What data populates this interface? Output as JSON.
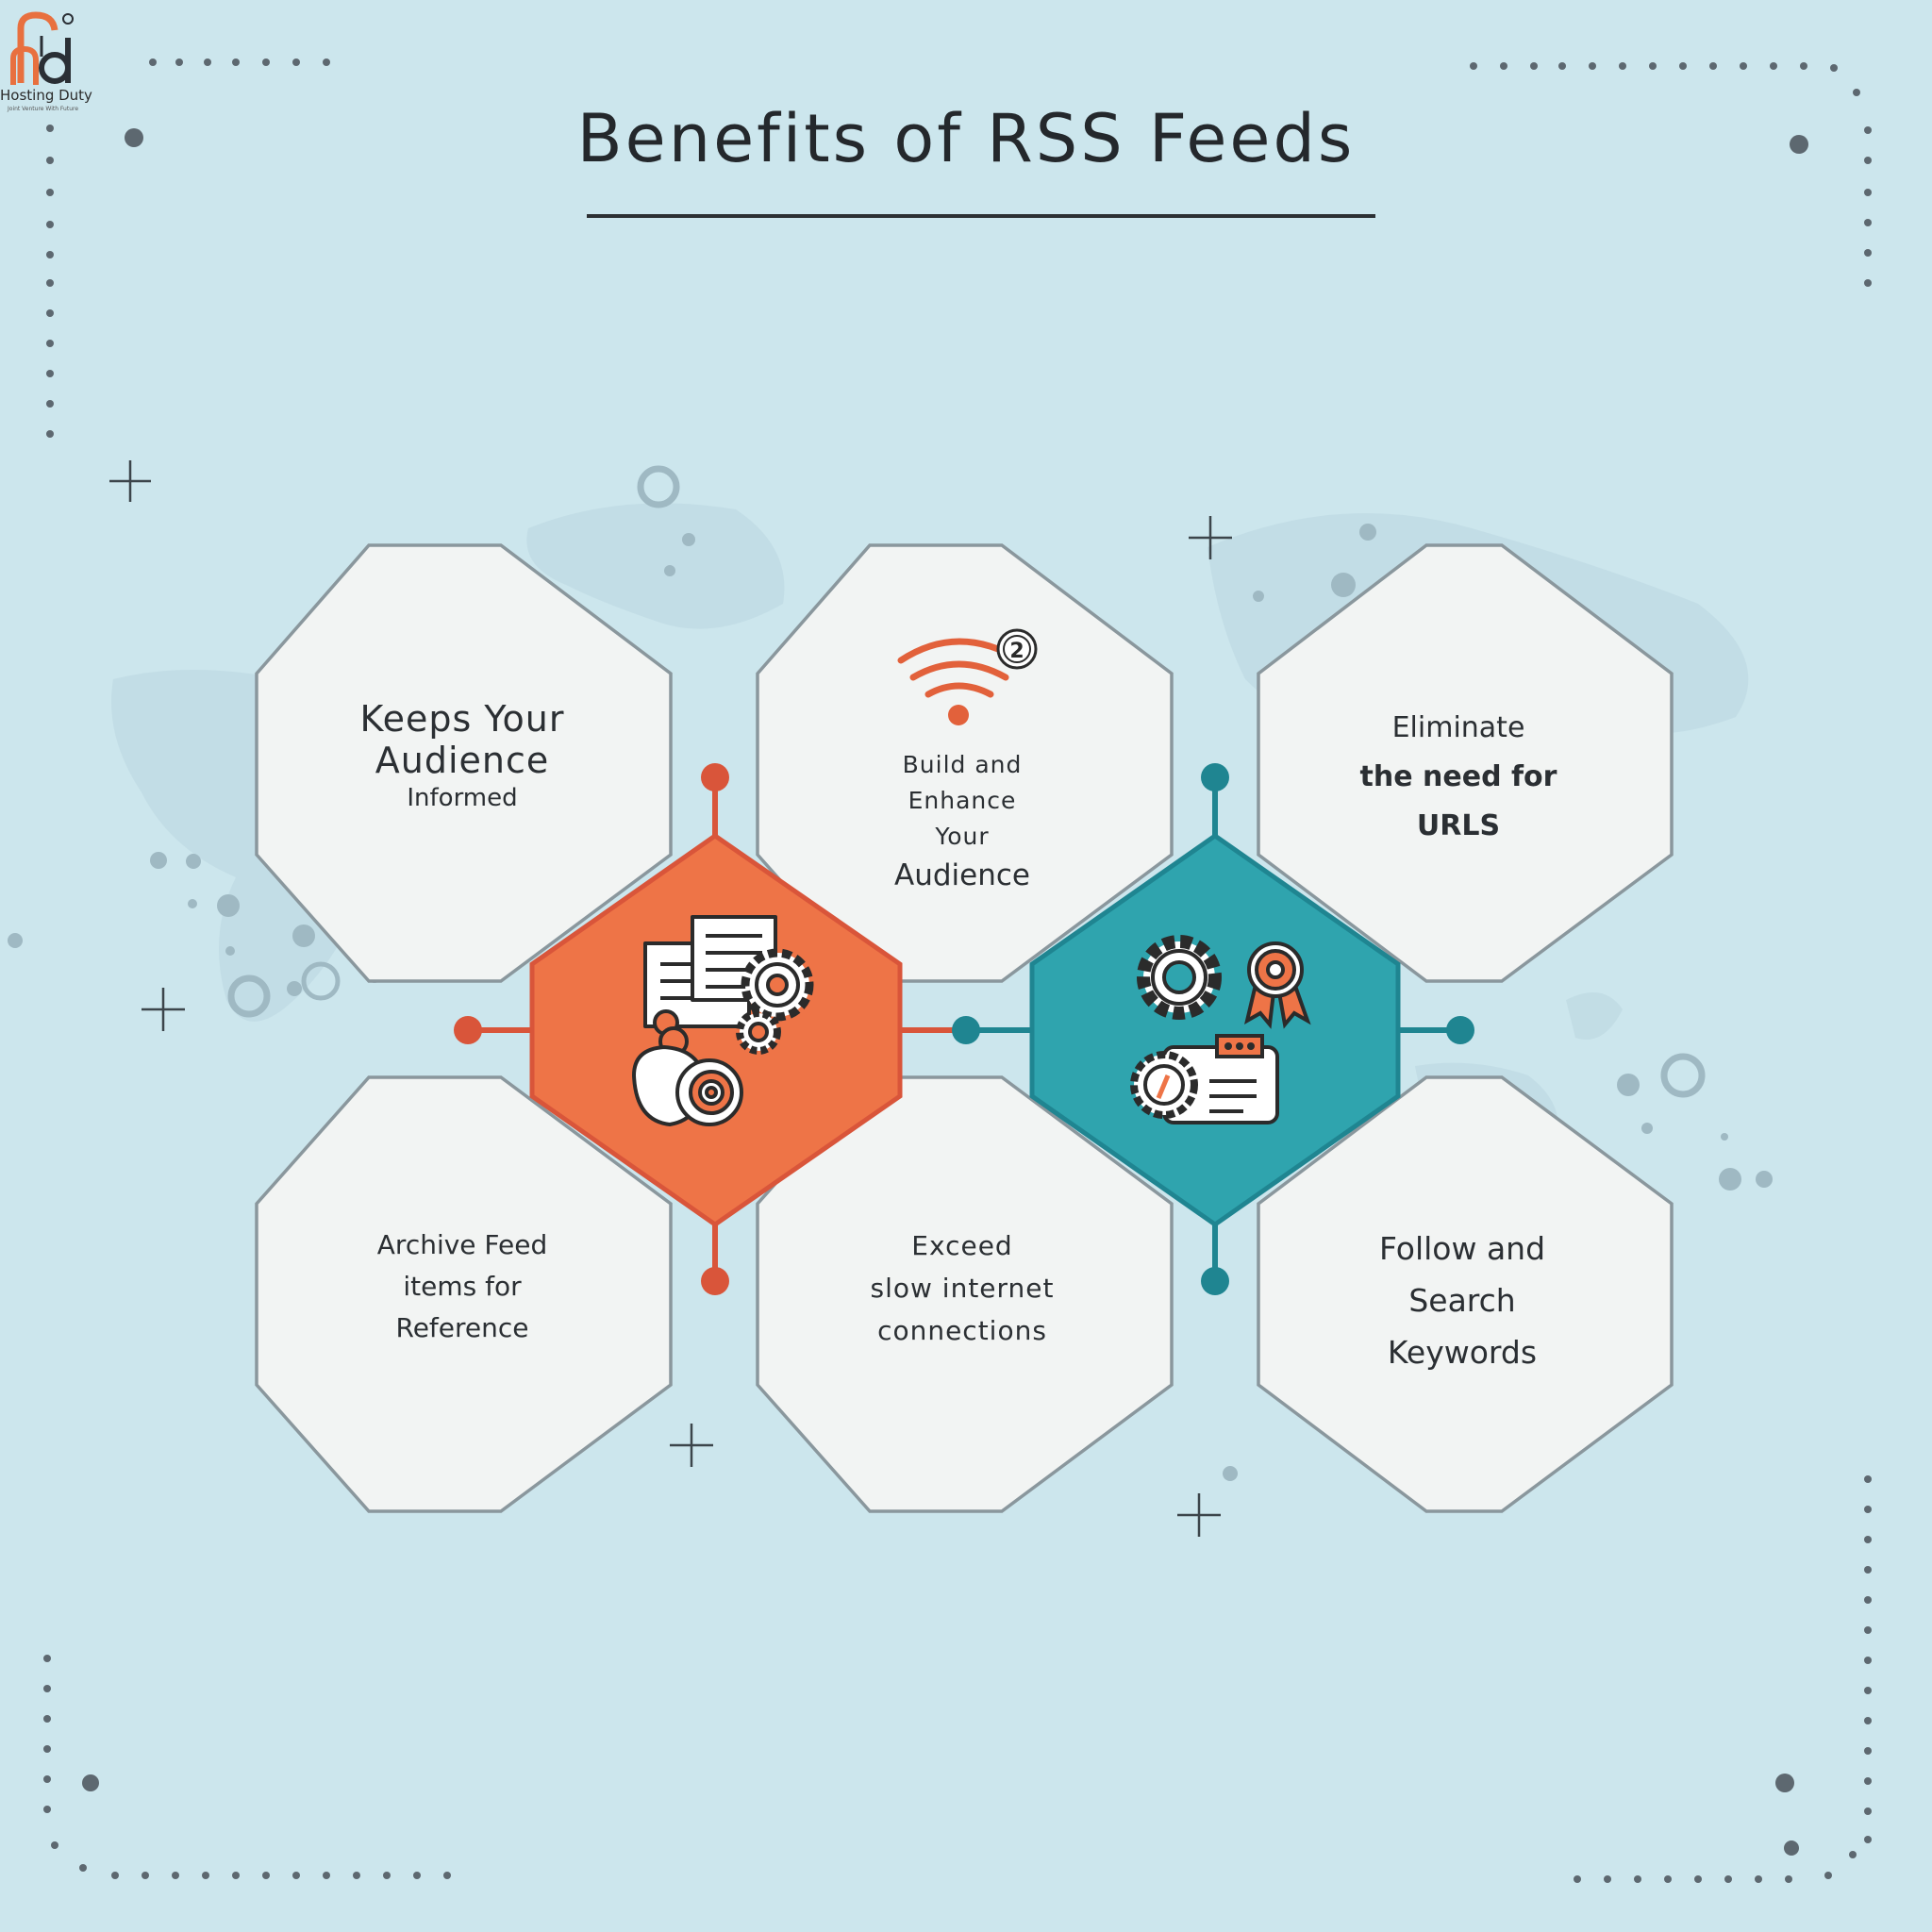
{
  "logo": {
    "name": "Hosting Duty",
    "tagline": "Joint Venture With Future",
    "colors": {
      "orange": "#e8703f",
      "dark": "#2a2f35"
    }
  },
  "title": "Benefits of RSS Feeds",
  "benefits": [
    {
      "id": "informed",
      "lines": [
        "Keeps Your",
        "Audience"
      ],
      "sub": [
        "Informed"
      ]
    },
    {
      "id": "audience",
      "lines": [
        "Build and",
        "Enhance",
        "Your"
      ],
      "sub": [
        "Audience"
      ]
    },
    {
      "id": "urls",
      "lines": [
        "Eliminate"
      ],
      "sub": [
        "the need for",
        "URLS"
      ]
    },
    {
      "id": "archive",
      "lines": [
        "Archive Feed",
        "items for",
        "Reference"
      ]
    },
    {
      "id": "slow",
      "lines": [
        "Exceed",
        "slow internet",
        "connections"
      ]
    },
    {
      "id": "keywords",
      "lines": [
        "Follow and",
        "Search",
        "Keywords"
      ]
    }
  ],
  "hubs": [
    {
      "id": "content-hub",
      "color": "#ee7447",
      "icons": [
        "documents-icon",
        "gears-icon",
        "target-icon"
      ]
    },
    {
      "id": "settings-hub",
      "color": "#2fa4ae",
      "icons": [
        "gear-icon",
        "award-ribbon-icon",
        "id-card-icon"
      ]
    }
  ],
  "palette": {
    "background": "#cce6ed",
    "hexagon_fill": "#f2f4f3",
    "hexagon_stroke": "#8a979d",
    "orange": "#ee7447",
    "teal": "#2fa4ae",
    "dots": "#5d6870"
  }
}
